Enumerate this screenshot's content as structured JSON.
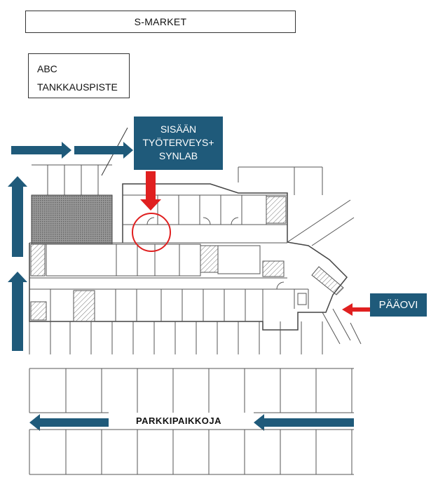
{
  "labels": {
    "store": "S-MARKET",
    "abc_line1": "ABC",
    "abc_line2": "TANKKAUSPISTE",
    "entrance_line1": "SISÄÄN",
    "entrance_line2": "TYÖTERVEYS+",
    "entrance_line3": "SYNLAB",
    "main_door": "PÄÄOVI",
    "parking": "PARKKIPAIKKOJA"
  },
  "colors": {
    "arrow_blue": "#1f5a7a",
    "arrow_red": "#e02020",
    "plan_line": "#555555",
    "hatch": "#777777"
  }
}
